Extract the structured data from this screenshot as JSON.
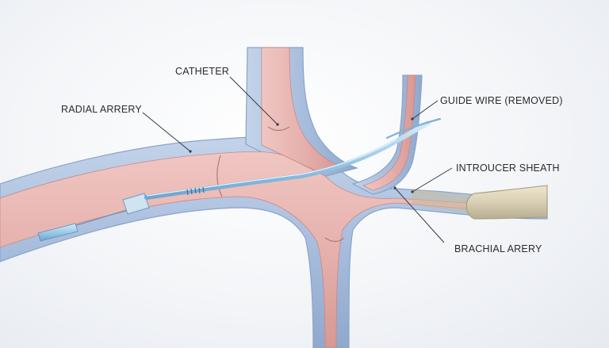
{
  "labels": {
    "catheter": "CATHETER",
    "radial_artery": "RADIAL ARRERY",
    "guide_wire": "GUIDE WIRE (REMOVED)",
    "introducer_sheath": "INTROUCER SHEATH",
    "brachial_artery": "BRACHIAL ARERY"
  },
  "colors": {
    "vessel_wall": "#a9bedd",
    "vessel_wall_edge": "#8aa3c8",
    "vessel_lumen": "#e8b6b3",
    "lumen_shadow": "#d99c99",
    "catheter": "#9cc9e8",
    "sheath_hub": "#d8cfb4"
  }
}
